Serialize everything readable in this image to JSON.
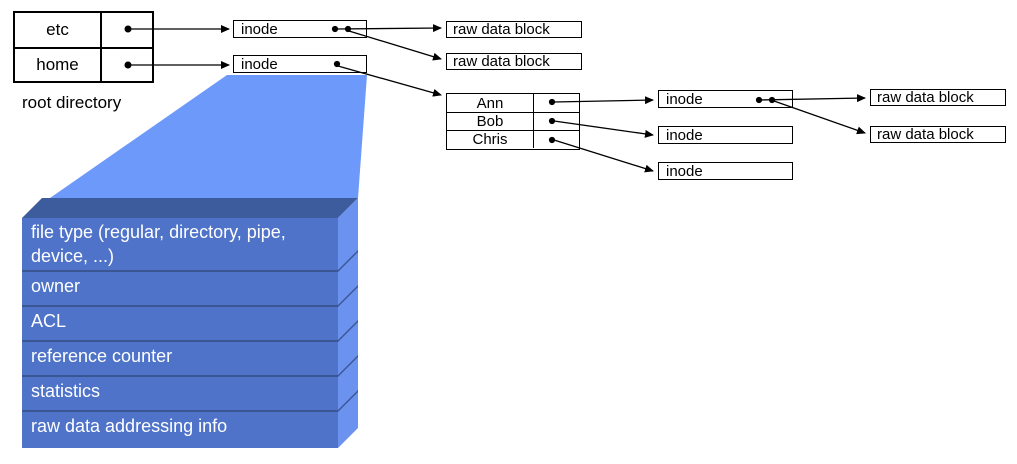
{
  "labels": {
    "inode": "inode",
    "raw_block": "raw data block",
    "root_caption": "root directory"
  },
  "root_table": {
    "rows": [
      "etc",
      "home"
    ]
  },
  "user_table": {
    "rows": [
      "Ann",
      "Bob",
      "Chris"
    ]
  },
  "inode_detail": {
    "rows": [
      "file type (regular, directory, pipe, device, ...)",
      "owner",
      "ACL",
      "reference counter",
      "statistics",
      "raw data addressing info"
    ]
  },
  "colors": {
    "funnel": "#6D99FA",
    "slab_top": "#3D5C9E",
    "slab_front": "#4E73C9",
    "slab_side": "#6C92F0",
    "slab_divider": "#3A5794",
    "line": "#000000"
  }
}
